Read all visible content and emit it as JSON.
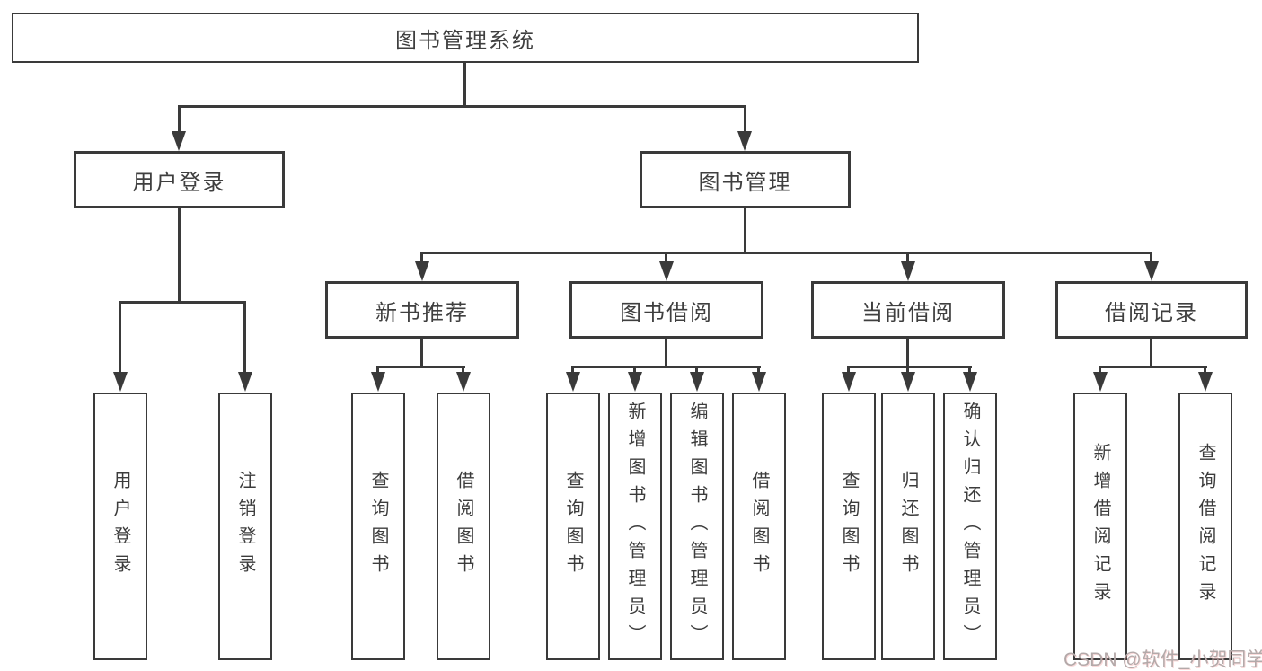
{
  "tree": {
    "label": "图书管理系统",
    "children": [
      {
        "label": "用户登录",
        "children": [
          {
            "label": "用户登录"
          },
          {
            "label": "注销登录"
          }
        ]
      },
      {
        "label": "图书管理",
        "children": [
          {
            "label": "新书推荐",
            "children": [
              {
                "label": "查询图书"
              },
              {
                "label": "借阅图书"
              }
            ]
          },
          {
            "label": "图书借阅",
            "children": [
              {
                "label": "查询图书"
              },
              {
                "label": "新增图书（管理员）"
              },
              {
                "label": "编辑图书（管理员）"
              },
              {
                "label": "借阅图书"
              }
            ]
          },
          {
            "label": "当前借阅",
            "children": [
              {
                "label": "查询图书"
              },
              {
                "label": "归还图书"
              },
              {
                "label": "确认归还（管理员）"
              }
            ]
          },
          {
            "label": "借阅记录",
            "children": [
              {
                "label": "新增借阅记录"
              },
              {
                "label": "查询借阅记录"
              }
            ]
          }
        ]
      }
    ]
  },
  "watermark": {
    "text": "CSDN @软件_小贺同学",
    "color": "#b3a9a9"
  },
  "colors": {
    "background": "#ffffff",
    "line": "#3a3a3a",
    "box_border": "#3a3a3a",
    "text": "#3f3f3f"
  }
}
